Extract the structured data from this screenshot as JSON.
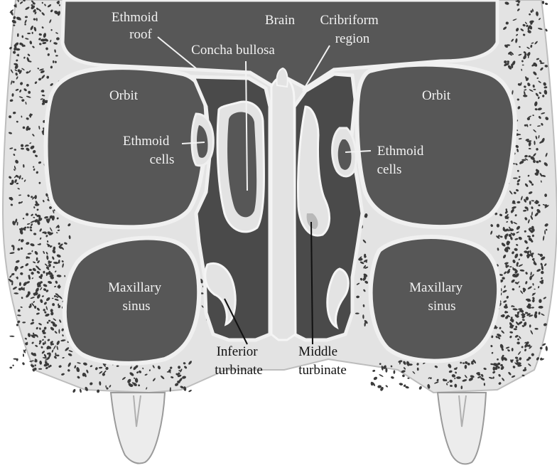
{
  "colors": {
    "bone": "#e3e3e3",
    "bone_shadow": "#c9c9c9",
    "cavity": "#575757",
    "cavity_dark": "#444444",
    "pore": "#3a3a3a",
    "tooth": "#ececec",
    "label_light": "#f2f2f2",
    "label_dark": "#111111",
    "background": "#ffffff"
  },
  "labels": {
    "ethmoid_roof": [
      "Ethmoid",
      "roof"
    ],
    "brain": "Brain",
    "cribriform_region": [
      "Cribriform",
      "region"
    ],
    "concha_bullosa": "Concha bullosa",
    "orbit_left": "Orbit",
    "orbit_right": "Orbit",
    "ethmoid_cells_left": [
      "Ethmoid",
      "cells"
    ],
    "ethmoid_cells_right": [
      "Ethmoid",
      "cells"
    ],
    "maxillary_sinus_left": [
      "Maxillary",
      "sinus"
    ],
    "maxillary_sinus_right": [
      "Maxillary",
      "sinus"
    ],
    "inferior_turbinate": [
      "Inferior",
      "turbinate"
    ],
    "middle_turbinate": [
      "Middle",
      "turbinate"
    ]
  }
}
